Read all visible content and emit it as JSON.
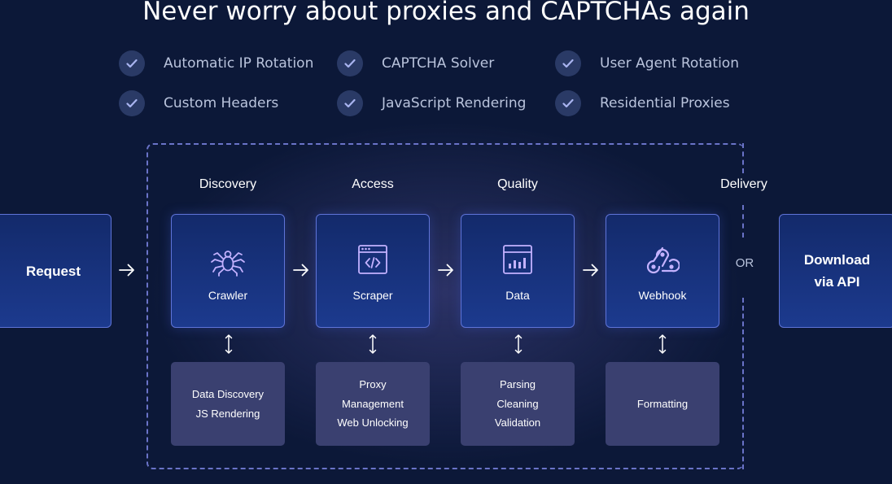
{
  "title": "Never worry about proxies and CAPTCHAs again",
  "features": [
    {
      "label": "Automatic IP Rotation"
    },
    {
      "label": "CAPTCHA Solver"
    },
    {
      "label": "User Agent Rotation"
    },
    {
      "label": "Custom Headers"
    },
    {
      "label": "JavaScript Rendering"
    },
    {
      "label": "Residential Proxies"
    }
  ],
  "request": {
    "label": "Request"
  },
  "stages": [
    {
      "stage": "Discovery",
      "card": "Crawler",
      "icon": "spider-icon",
      "details": [
        "Data Discovery",
        "JS Rendering"
      ]
    },
    {
      "stage": "Access",
      "card": "Scraper",
      "icon": "code-window-icon",
      "details": [
        "Proxy",
        "Management",
        "Web Unlocking"
      ]
    },
    {
      "stage": "Quality",
      "card": "Data",
      "icon": "bar-chart-icon",
      "details": [
        "Parsing",
        "Cleaning",
        "Validation"
      ]
    },
    {
      "stage": "Delivery",
      "card": "Webhook",
      "icon": "webhook-icon",
      "details": [
        "Formatting"
      ]
    }
  ],
  "or_label": "OR",
  "download": {
    "line1": "Download",
    "line2": "via API"
  },
  "colors": {
    "background": "#0c1838",
    "card_border": "#5f74d8",
    "dashed": "#6a73c8",
    "check_bg": "#2a3a66",
    "check_mark": "#a9b4f0",
    "sub_card_bg": "#3a4070"
  }
}
